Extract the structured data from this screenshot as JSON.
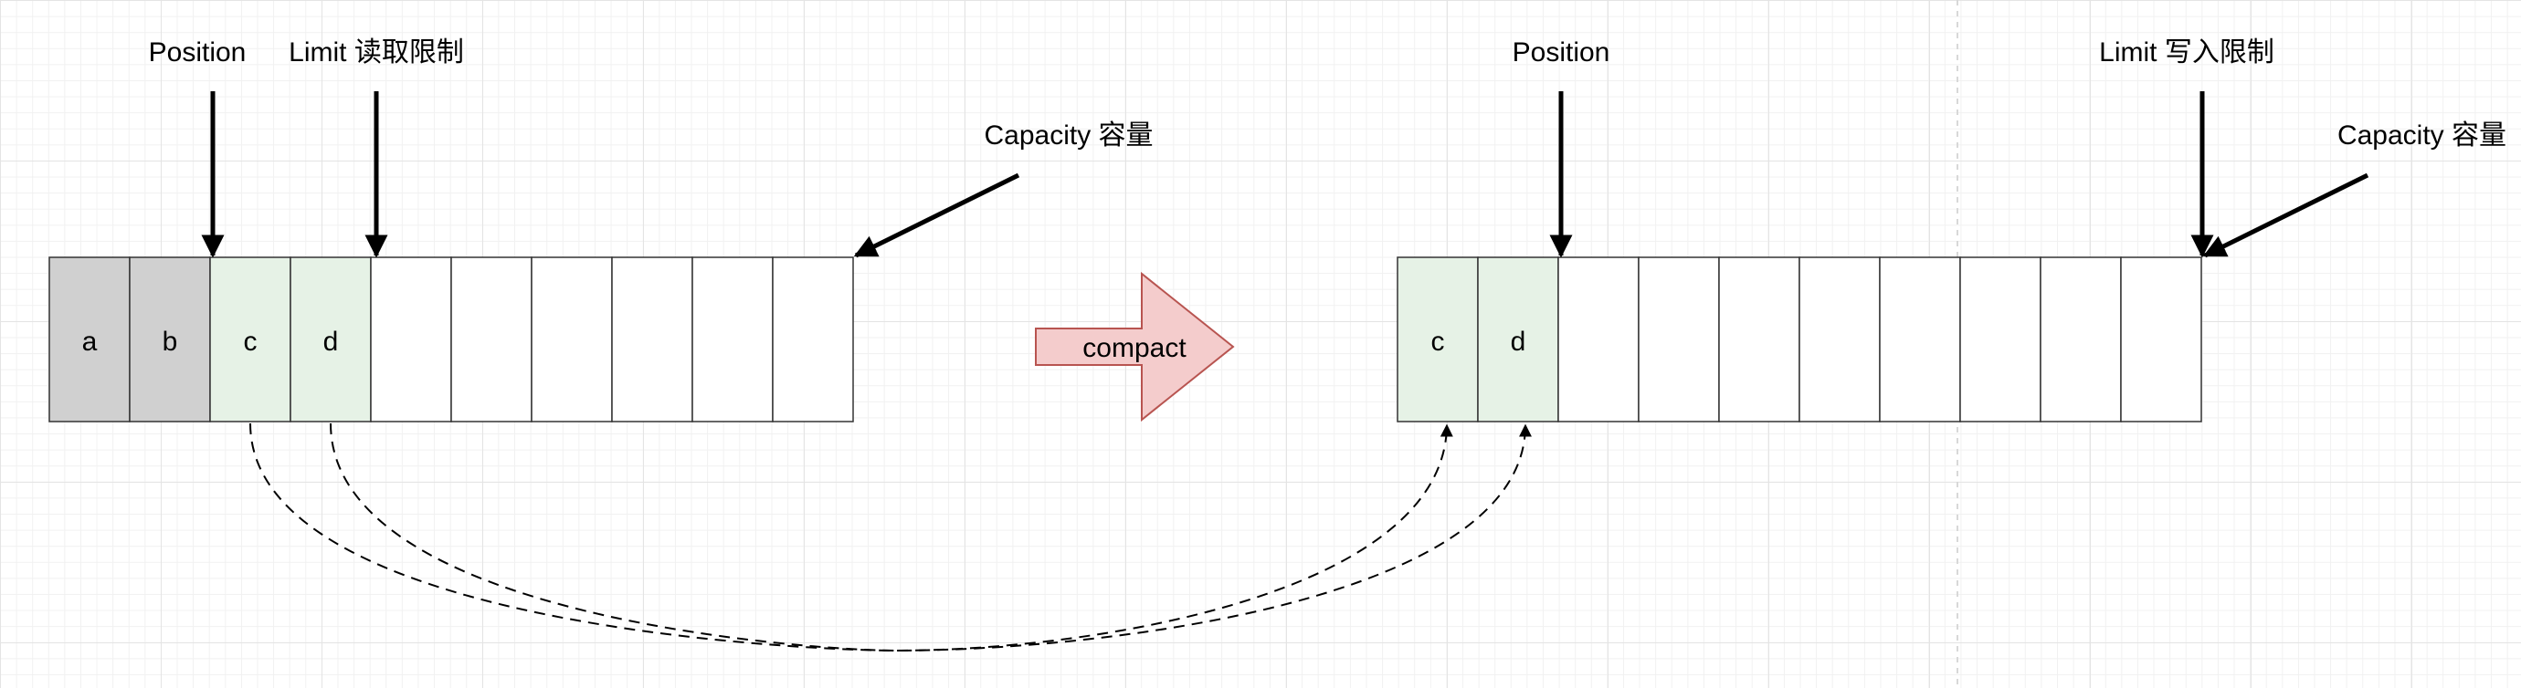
{
  "colors": {
    "read_cell": "#d0d0d0",
    "data_cell": "#e6f2e6",
    "empty_cell": "#ffffff",
    "cell_border": "#333333",
    "arrow": "#000000",
    "compact_fill": "#f4cccc",
    "compact_stroke": "#b85450"
  },
  "before": {
    "cells": [
      {
        "label": "a",
        "state": "read"
      },
      {
        "label": "b",
        "state": "read"
      },
      {
        "label": "c",
        "state": "data"
      },
      {
        "label": "d",
        "state": "data"
      },
      {
        "label": "",
        "state": "empty"
      },
      {
        "label": "",
        "state": "empty"
      },
      {
        "label": "",
        "state": "empty"
      },
      {
        "label": "",
        "state": "empty"
      },
      {
        "label": "",
        "state": "empty"
      },
      {
        "label": "",
        "state": "empty"
      }
    ],
    "position_label": "Position",
    "limit_label": "Limit 读取限制",
    "capacity_label": "Capacity 容量"
  },
  "compact_label": "compact",
  "after": {
    "cells": [
      {
        "label": "c",
        "state": "data"
      },
      {
        "label": "d",
        "state": "data"
      },
      {
        "label": "",
        "state": "empty"
      },
      {
        "label": "",
        "state": "empty"
      },
      {
        "label": "",
        "state": "empty"
      },
      {
        "label": "",
        "state": "empty"
      },
      {
        "label": "",
        "state": "empty"
      },
      {
        "label": "",
        "state": "empty"
      },
      {
        "label": "",
        "state": "empty"
      },
      {
        "label": "",
        "state": "empty"
      }
    ],
    "position_label": "Position",
    "limit_label": "Limit 写入限制",
    "capacity_label": "Capacity 容量"
  }
}
